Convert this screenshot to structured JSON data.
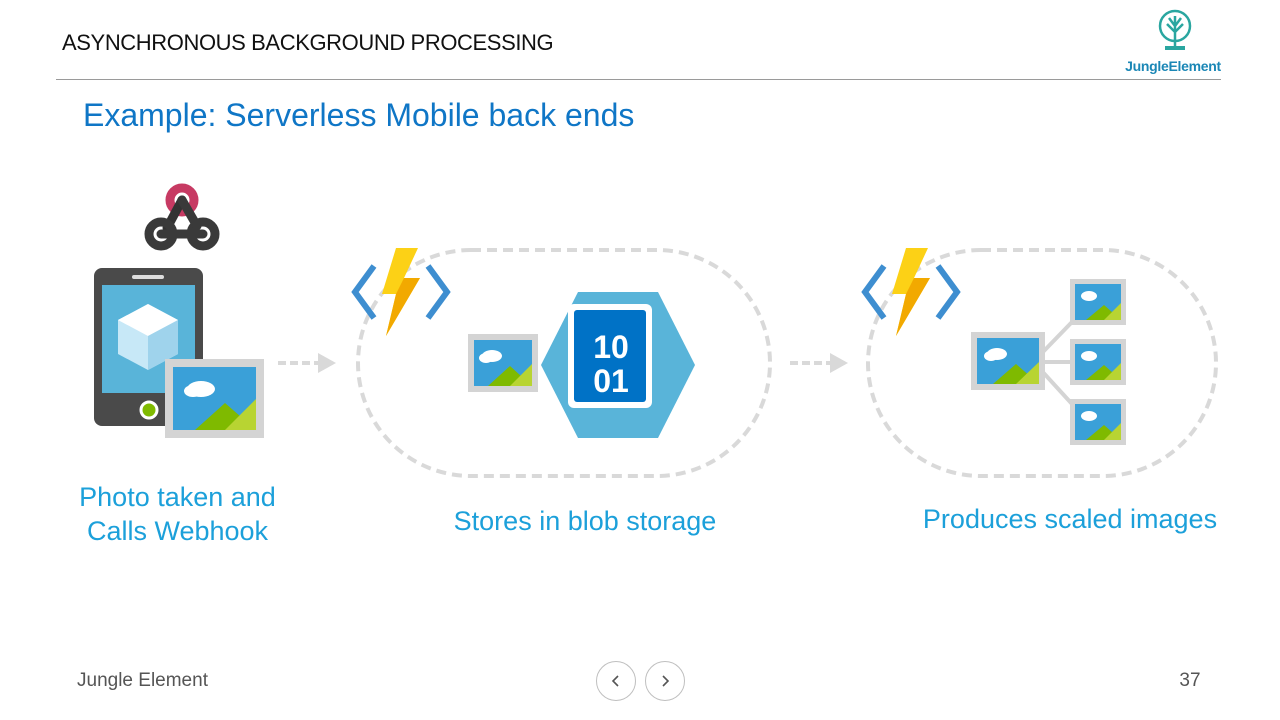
{
  "header": {
    "title": "ASYNCHRONOUS BACKGROUND PROCESSING",
    "logo_text": "JungleElement"
  },
  "slide": {
    "subtitle": "Example: Serverless Mobile back ends",
    "steps": [
      {
        "caption_line1": "Photo taken and",
        "caption_line2": "Calls Webhook"
      },
      {
        "caption": "Stores in blob storage",
        "blob_bits_top": "10",
        "blob_bits_bottom": "01"
      },
      {
        "caption": "Produces scaled images"
      }
    ]
  },
  "footer": {
    "left_text": "Jungle Element",
    "page_number": "37"
  },
  "icons": {
    "logo": "tree-logo-icon",
    "webhook": "webhook-icon",
    "phone": "mobile-phone-icon",
    "photo": "photo-icon",
    "function": "azure-function-icon",
    "blob": "blob-storage-icon",
    "arrow": "dashed-arrow-icon",
    "prev": "chevron-left-icon",
    "next": "chevron-right-icon"
  },
  "colors": {
    "accent_blue": "#0f76c6",
    "caption_blue": "#1ca0da",
    "function_yellow": "#fcd116",
    "blob_blue": "#59b4d9",
    "webhook_red": "#c73a63"
  }
}
